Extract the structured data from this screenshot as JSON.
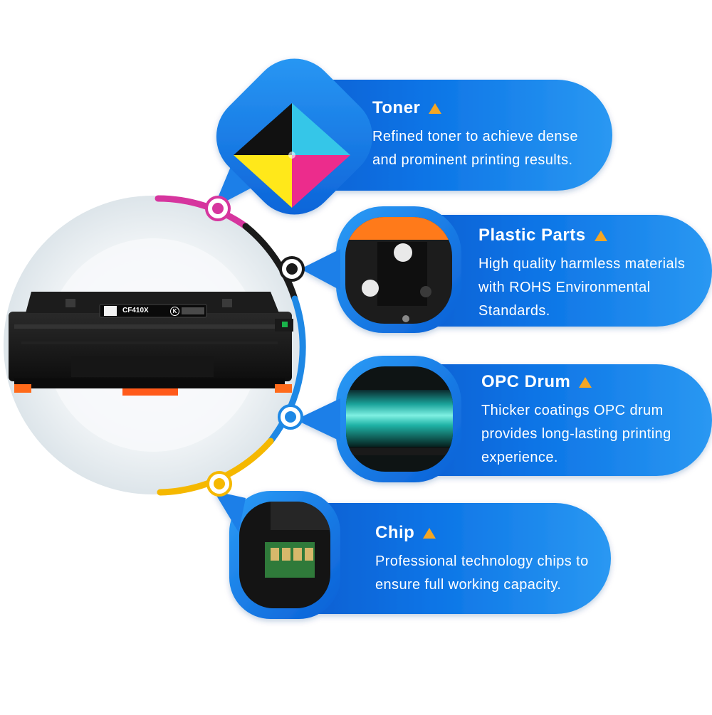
{
  "cartridge": {
    "model_label": "CF410X",
    "color_code": "K"
  },
  "features": [
    {
      "title": "Toner",
      "lines": [
        "Refined toner to achieve dense",
        "and prominent printing results."
      ],
      "icon": "toner-color-swatch",
      "dot_color": "#d6359e"
    },
    {
      "title": "Plastic Parts",
      "lines": [
        "High quality harmless materials",
        "with ROHS Environmental",
        "Standards."
      ],
      "icon": "plastic-gear-part",
      "dot_color": "#1a1a1a"
    },
    {
      "title": "OPC Drum",
      "lines": [
        "Thicker coatings OPC drum",
        "provides long-lasting printing",
        "experience."
      ],
      "icon": "opc-drum-roller",
      "dot_color": "#1e88e5"
    },
    {
      "title": "Chip",
      "lines": [
        "Professional technology chips to",
        "ensure full working capacity."
      ],
      "icon": "chip-board",
      "dot_color": "#f5b800"
    }
  ],
  "colors": {
    "panel_blue": "#0a6fe0",
    "panel_light": "#2f9cf5",
    "accent_triangle": "#f5a623",
    "magenta": "#d6359e",
    "yellow": "#f5b800"
  }
}
